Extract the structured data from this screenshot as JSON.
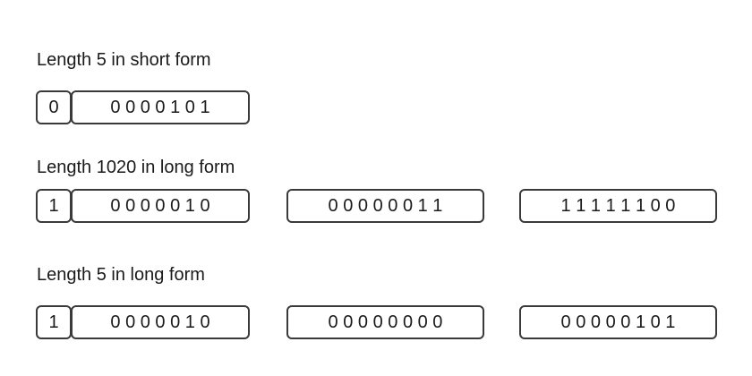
{
  "sections": [
    {
      "title": "Length 5 in short form",
      "flag": "0",
      "bytes": [
        "0 0 0 0 1 0 1"
      ]
    },
    {
      "title": "Length 1020 in long form",
      "flag": "1",
      "bytes": [
        "0 0 0 0 0 1 0",
        "0 0 0 0 0 0 1 1",
        "1 1 1 1 1 1 0 0"
      ]
    },
    {
      "title": "Length 5 in long form",
      "flag": "1",
      "bytes": [
        "0 0 0 0 0 1 0",
        "0 0 0 0 0 0 0 0",
        "0 0 0 0 0 1 0 1"
      ]
    }
  ]
}
